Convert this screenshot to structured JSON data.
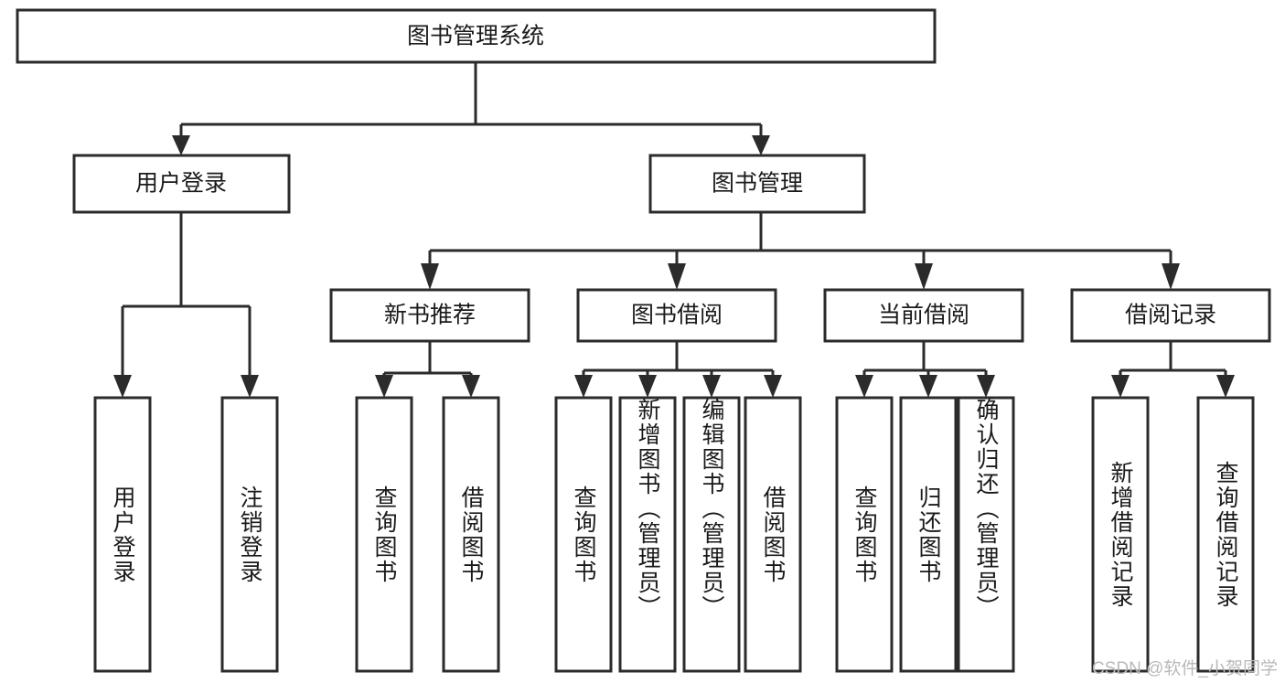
{
  "diagram": {
    "title": "图书管理系统",
    "type": "tree-hierarchy",
    "watermark": "CSDN @软件_小贺同学",
    "colors": {
      "stroke": "#2b2b2b",
      "fill": "#ffffff",
      "text": "#1a1a1a",
      "watermark": "#b9b9b9"
    },
    "root": {
      "label": "图书管理系统"
    },
    "level2": [
      {
        "label": "用户登录"
      },
      {
        "label": "图书管理"
      }
    ],
    "level3": [
      {
        "label": "新书推荐"
      },
      {
        "label": "图书借阅"
      },
      {
        "label": "当前借阅"
      },
      {
        "label": "借阅记录"
      }
    ],
    "leaves": {
      "user_login": [
        {
          "label": "用户登录"
        },
        {
          "label": "注销登录"
        }
      ],
      "new_book": [
        {
          "label": "查询图书"
        },
        {
          "label": "借阅图书"
        }
      ],
      "book_borrow": [
        {
          "label": "查询图书"
        },
        {
          "label": "新增图书（管理员）"
        },
        {
          "label": "编辑图书（管理员）"
        },
        {
          "label": "借阅图书"
        }
      ],
      "current_borrow": [
        {
          "label": "查询图书"
        },
        {
          "label": "归还图书"
        },
        {
          "label": "确认归还（管理员）"
        }
      ],
      "borrow_record": [
        {
          "label": "新增借阅记录"
        },
        {
          "label": "查询借阅记录"
        }
      ]
    }
  }
}
